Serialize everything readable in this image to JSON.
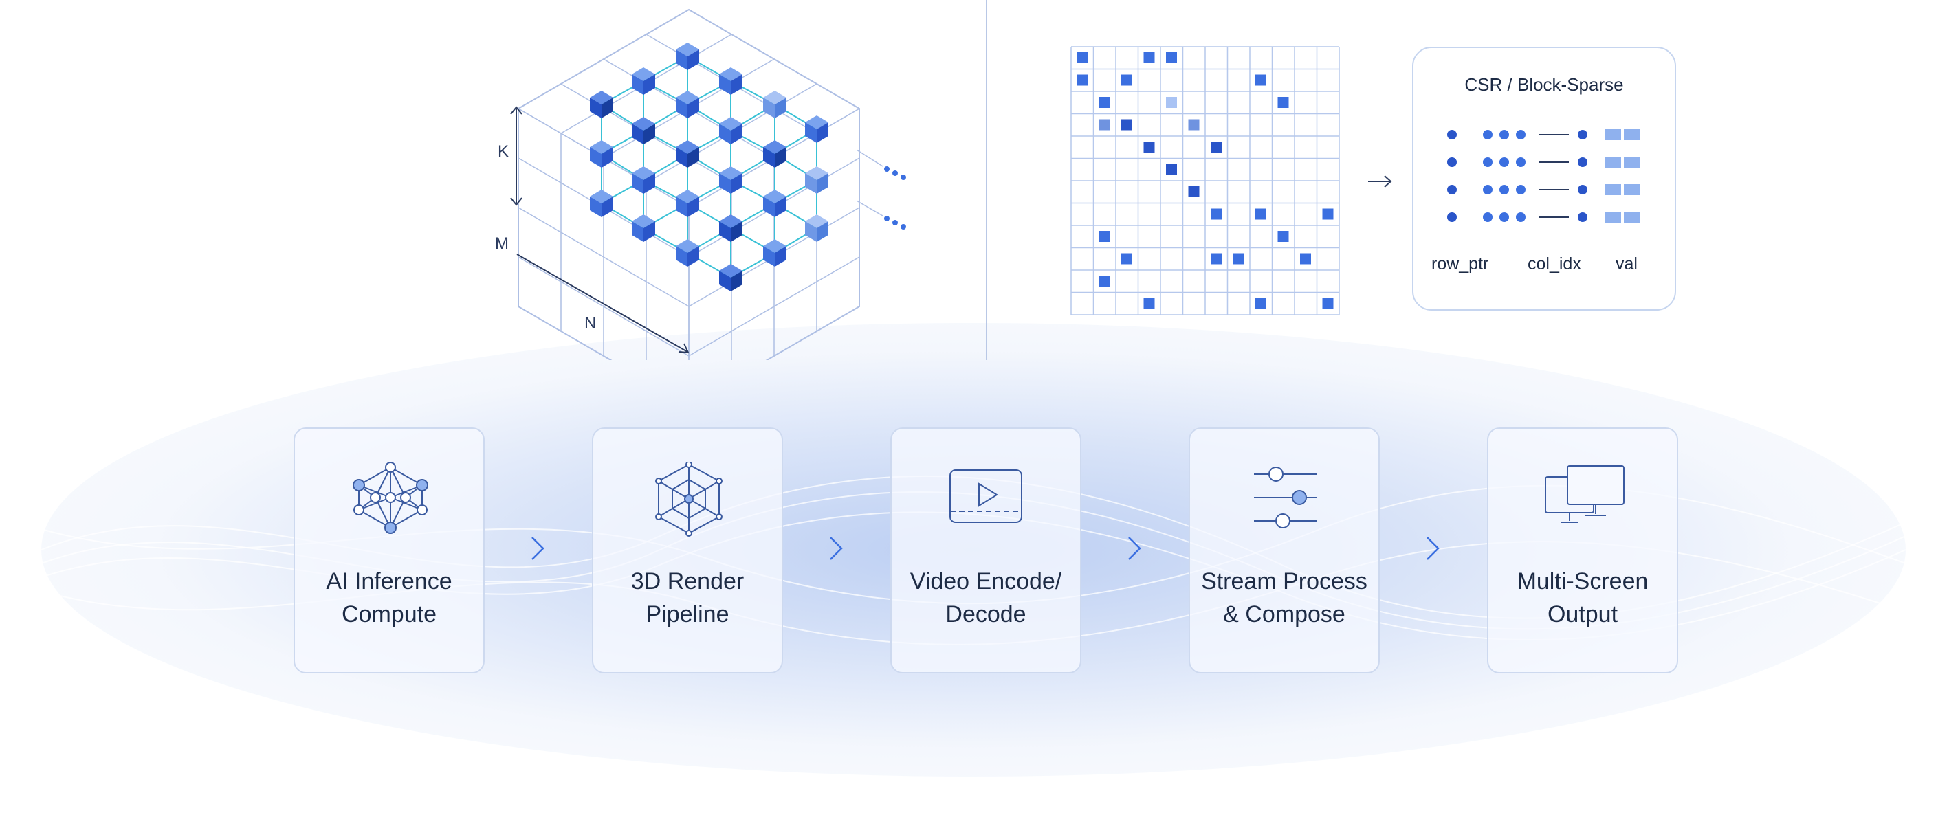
{
  "tensor": {
    "axis_k": "K",
    "axis_m": "M",
    "axis_n": "N"
  },
  "sparse": {
    "rows": 12,
    "cols": 12,
    "cells": [
      [
        0,
        0,
        1
      ],
      [
        0,
        3,
        1
      ],
      [
        0,
        4,
        1
      ],
      [
        1,
        0,
        1
      ],
      [
        1,
        2,
        1
      ],
      [
        1,
        8,
        1
      ],
      [
        2,
        1,
        1
      ],
      [
        2,
        4,
        0
      ],
      [
        2,
        9,
        1
      ],
      [
        3,
        1,
        2
      ],
      [
        3,
        2,
        3
      ],
      [
        3,
        5,
        2
      ],
      [
        4,
        3,
        3
      ],
      [
        4,
        6,
        3
      ],
      [
        5,
        4,
        3
      ],
      [
        6,
        5,
        3
      ],
      [
        7,
        6,
        1
      ],
      [
        7,
        8,
        1
      ],
      [
        7,
        11,
        1
      ],
      [
        8,
        1,
        1
      ],
      [
        8,
        9,
        1
      ],
      [
        9,
        2,
        1
      ],
      [
        9,
        6,
        1
      ],
      [
        9,
        7,
        1
      ],
      [
        9,
        10,
        1
      ],
      [
        10,
        1,
        1
      ],
      [
        11,
        3,
        1
      ],
      [
        11,
        8,
        1
      ],
      [
        11,
        11,
        1
      ]
    ]
  },
  "csr": {
    "title": "CSR / Block-Sparse",
    "row_ptr": "row_ptr",
    "col_idx": "col_idx",
    "val": "val"
  },
  "colors": {
    "accent": "#3b6fe0",
    "accent_dark": "#2a55c9",
    "accent_light": "#8fb1ee",
    "cyan": "#39c1d6",
    "line": "#aebfe4"
  },
  "pipeline": [
    {
      "label": "AI Inference\nCompute",
      "icon": "neural-network-icon"
    },
    {
      "label": "3D Render\nPipeline",
      "icon": "cube-wireframe-icon"
    },
    {
      "label": "Video Encode/\nDecode",
      "icon": "video-player-icon"
    },
    {
      "label": "Stream Process\n& Compose",
      "icon": "sliders-icon"
    },
    {
      "label": "Multi-Screen\nOutput",
      "icon": "multi-monitor-icon"
    }
  ]
}
